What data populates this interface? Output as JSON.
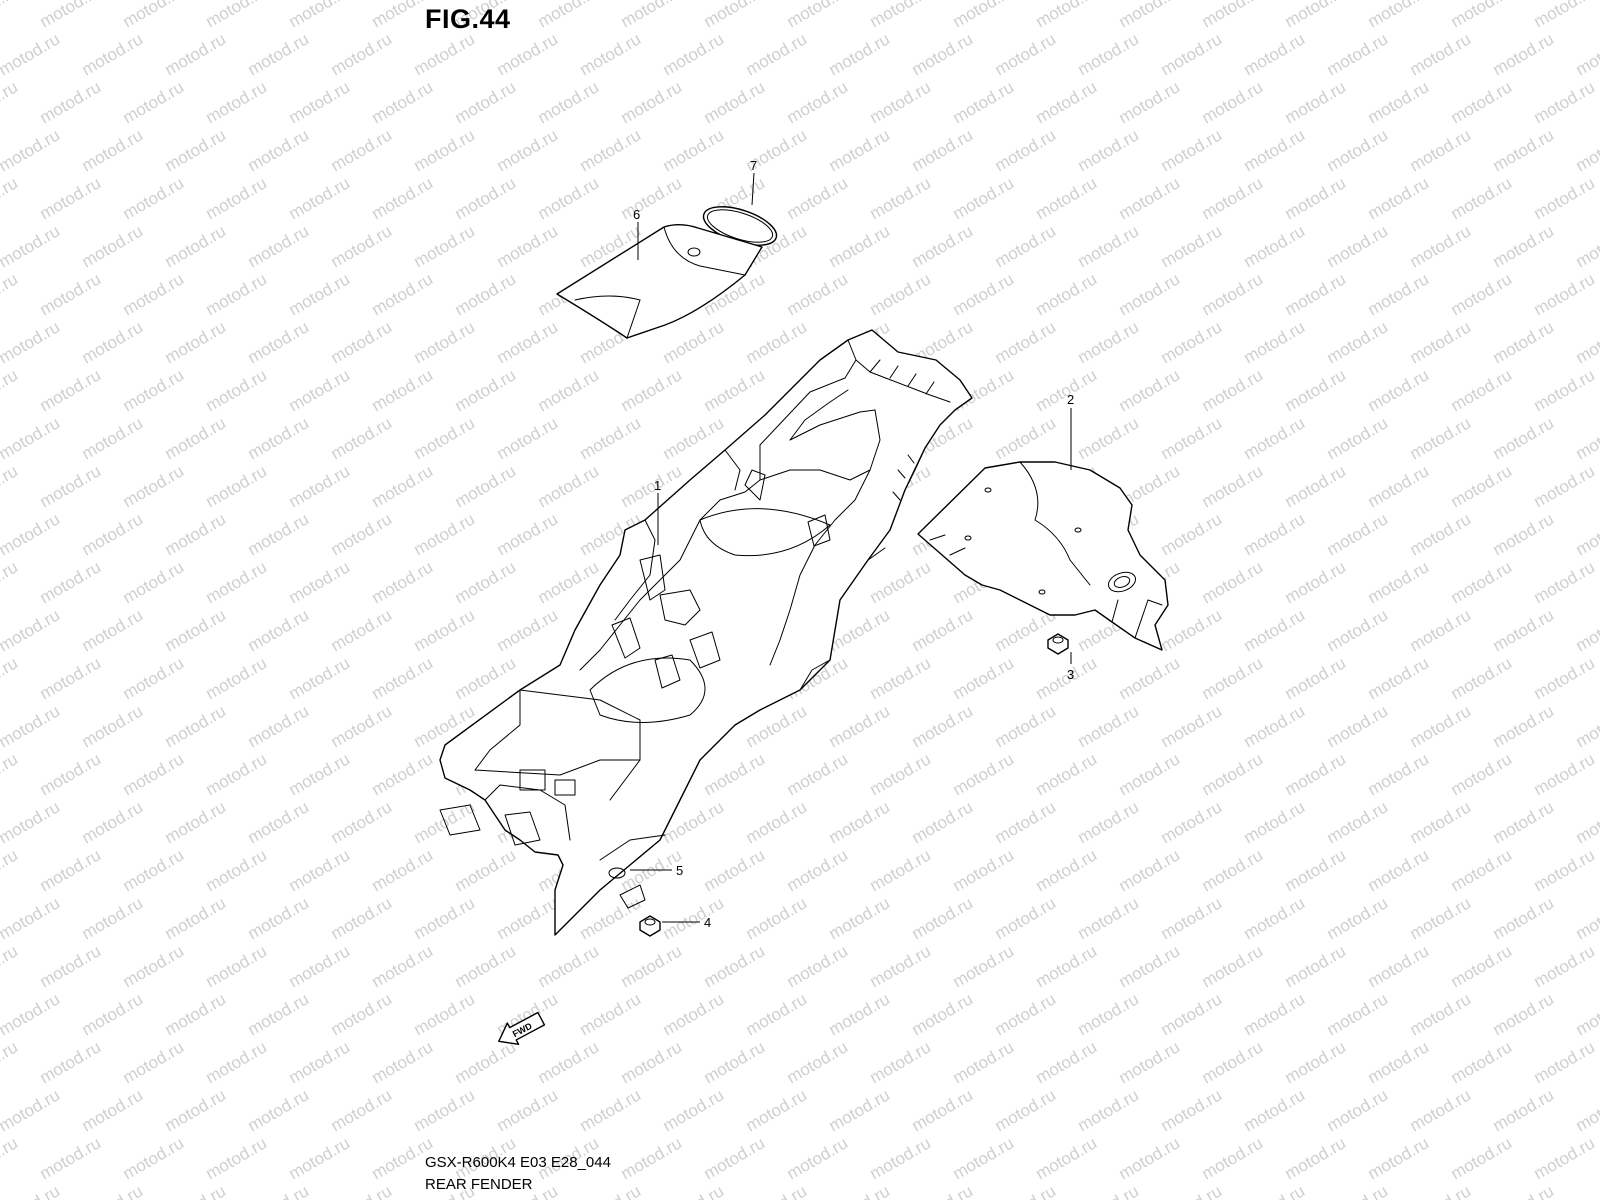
{
  "figure": {
    "title": "FIG.44",
    "model_code": "GSX-R600K4 E03 E28_044",
    "name": "REAR FENDER"
  },
  "watermark": {
    "text": "motod.ru",
    "color": "#cfcfcf"
  },
  "callouts": [
    {
      "id": "1",
      "label": "1"
    },
    {
      "id": "2",
      "label": "2"
    },
    {
      "id": "3",
      "label": "3"
    },
    {
      "id": "4",
      "label": "4"
    },
    {
      "id": "5",
      "label": "5"
    },
    {
      "id": "6",
      "label": "6"
    },
    {
      "id": "7",
      "label": "7"
    }
  ],
  "direction_arrow": {
    "label": "FWD",
    "icon": "forward-arrow-icon"
  }
}
